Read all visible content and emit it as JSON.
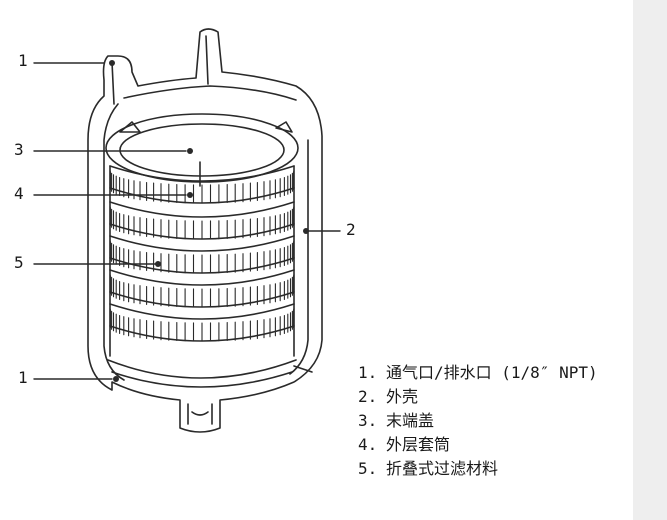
{
  "callouts": [
    {
      "id": "c1-top",
      "label": "1"
    },
    {
      "id": "c3",
      "label": "3"
    },
    {
      "id": "c4",
      "label": "4"
    },
    {
      "id": "c5",
      "label": "5"
    },
    {
      "id": "c1-bottom",
      "label": "1"
    },
    {
      "id": "c2",
      "label": "2"
    }
  ],
  "legend": [
    {
      "num": "1.",
      "text": "通气口/排水口 (1/8″ NPT)"
    },
    {
      "num": "2.",
      "text": "外壳"
    },
    {
      "num": "3.",
      "text": "末端盖"
    },
    {
      "num": "4.",
      "text": "外层套筒"
    },
    {
      "num": "5.",
      "text": "折叠式过滤材料"
    }
  ],
  "colors": {
    "line": "#2a2a2a",
    "housing_fill": "#ffffff",
    "side_strip": "#eeeeee"
  }
}
